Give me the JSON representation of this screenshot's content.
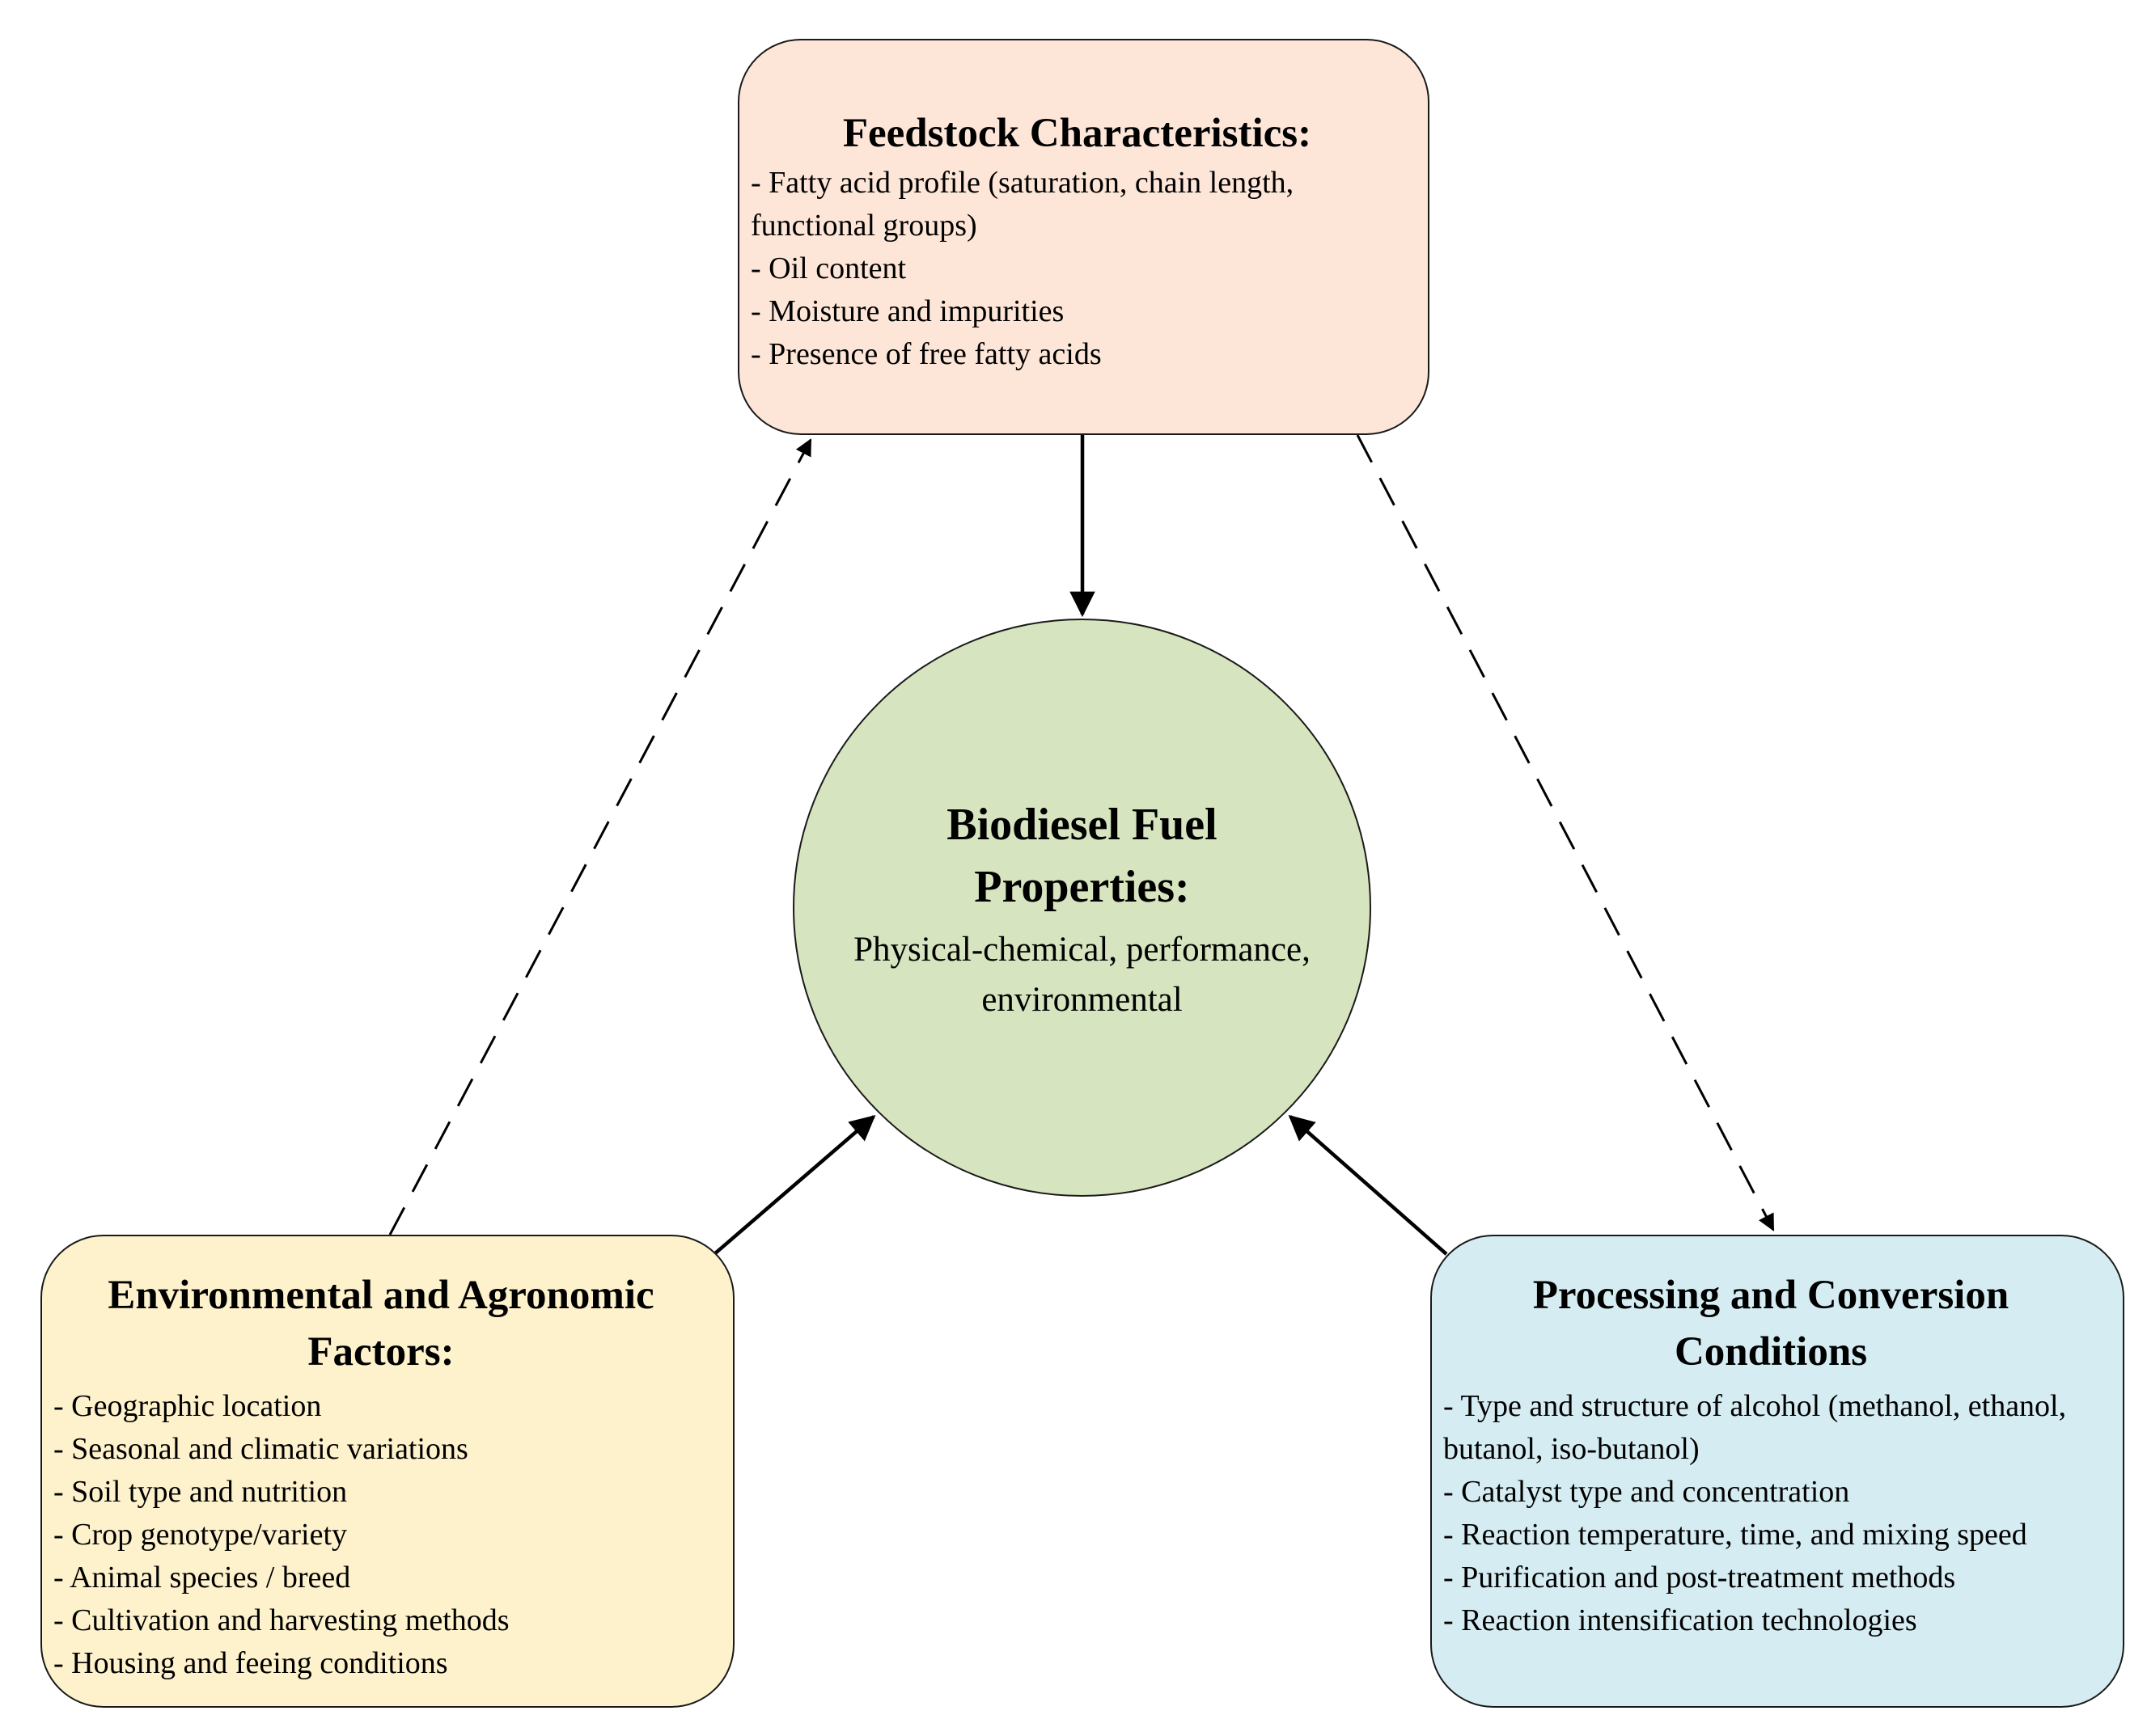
{
  "feedstock": {
    "title": "Feedstock Characteristics:",
    "items": [
      "- Fatty acid profile (saturation, chain length, functional groups)",
      "- Oil content",
      "- Moisture and impurities",
      "- Presence of free fatty acids"
    ]
  },
  "center": {
    "title": "Biodiesel Fuel Properties:",
    "subtitle": "Physical-chemical, performance, environmental"
  },
  "environmental": {
    "title": "Environmental and Agronomic Factors:",
    "items": [
      "- Geographic location",
      "- Seasonal and climatic variations",
      "- Soil type and nutrition",
      "- Crop genotype/variety",
      "- Animal species / breed",
      "- Cultivation and harvesting methods",
      "- Housing and feeing conditions"
    ]
  },
  "processing": {
    "title": "Processing and Conversion Conditions",
    "items": [
      "- Type and structure of alcohol (methanol, ethanol, butanol, iso-butanol)",
      "- Catalyst type and concentration",
      "- Reaction temperature, time, and mixing speed",
      "- Purification and post-treatment methods",
      "- Reaction intensification technologies"
    ]
  },
  "colors": {
    "feedstock_fill": "#fde6d8",
    "center_fill": "#d6e4bf",
    "environmental_fill": "#fef2cc",
    "processing_fill": "#d5edf2",
    "stroke": "#1a1a1a"
  }
}
